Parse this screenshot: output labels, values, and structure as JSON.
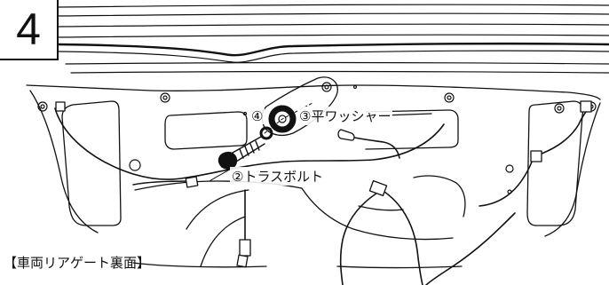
{
  "step": {
    "number": "4"
  },
  "labels": {
    "washer_4": "④",
    "flat_washer_3": "③平ワッシャー",
    "truss_bolt_2": "②トラスボルト",
    "caption": "【車両リアゲート裏面】"
  },
  "colors": {
    "line": "#111111",
    "background": "#ffffff"
  }
}
